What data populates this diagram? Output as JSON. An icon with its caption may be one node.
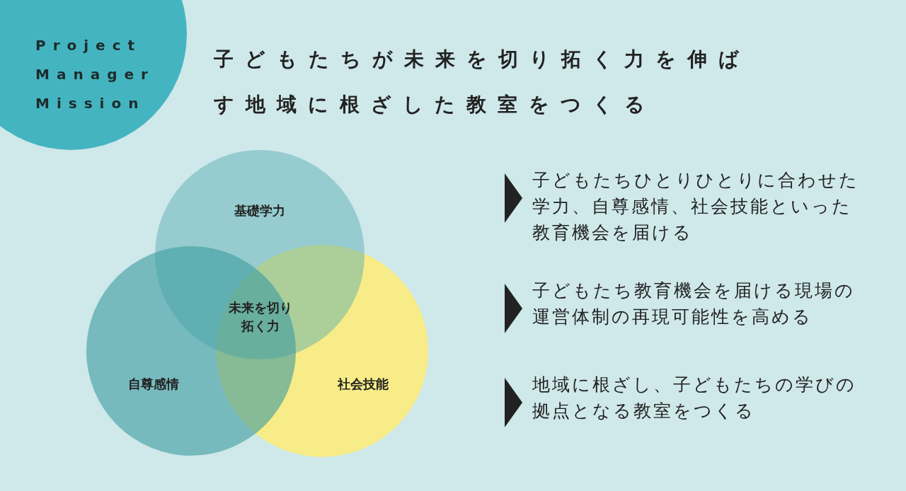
{
  "diagram": {
    "title": "子どもたちが未来を切り拓く力を伸ばす地域に根ざした教室をつくる",
    "nodes": [
      {
        "text": [
          "Project Manager Mission"
        ]
      },
      {
        "text": [
          "基礎学力"
        ]
      },
      {
        "text": [
          "自尊感情"
        ]
      },
      {
        "text": [
          "社会技能"
        ]
      }
    ],
    "labels": [
      "未来を切り拓く力",
      "子どもたちひとりひとりに合わせた学力、自尊感情、社会技能といった教育機会を届ける",
      "子どもたち教育機会を届ける現場の運営体制の再現可能性を高める",
      "地域に根ざし、子どもたちの学びの拠点となる教室をつくる"
    ]
  }
}
